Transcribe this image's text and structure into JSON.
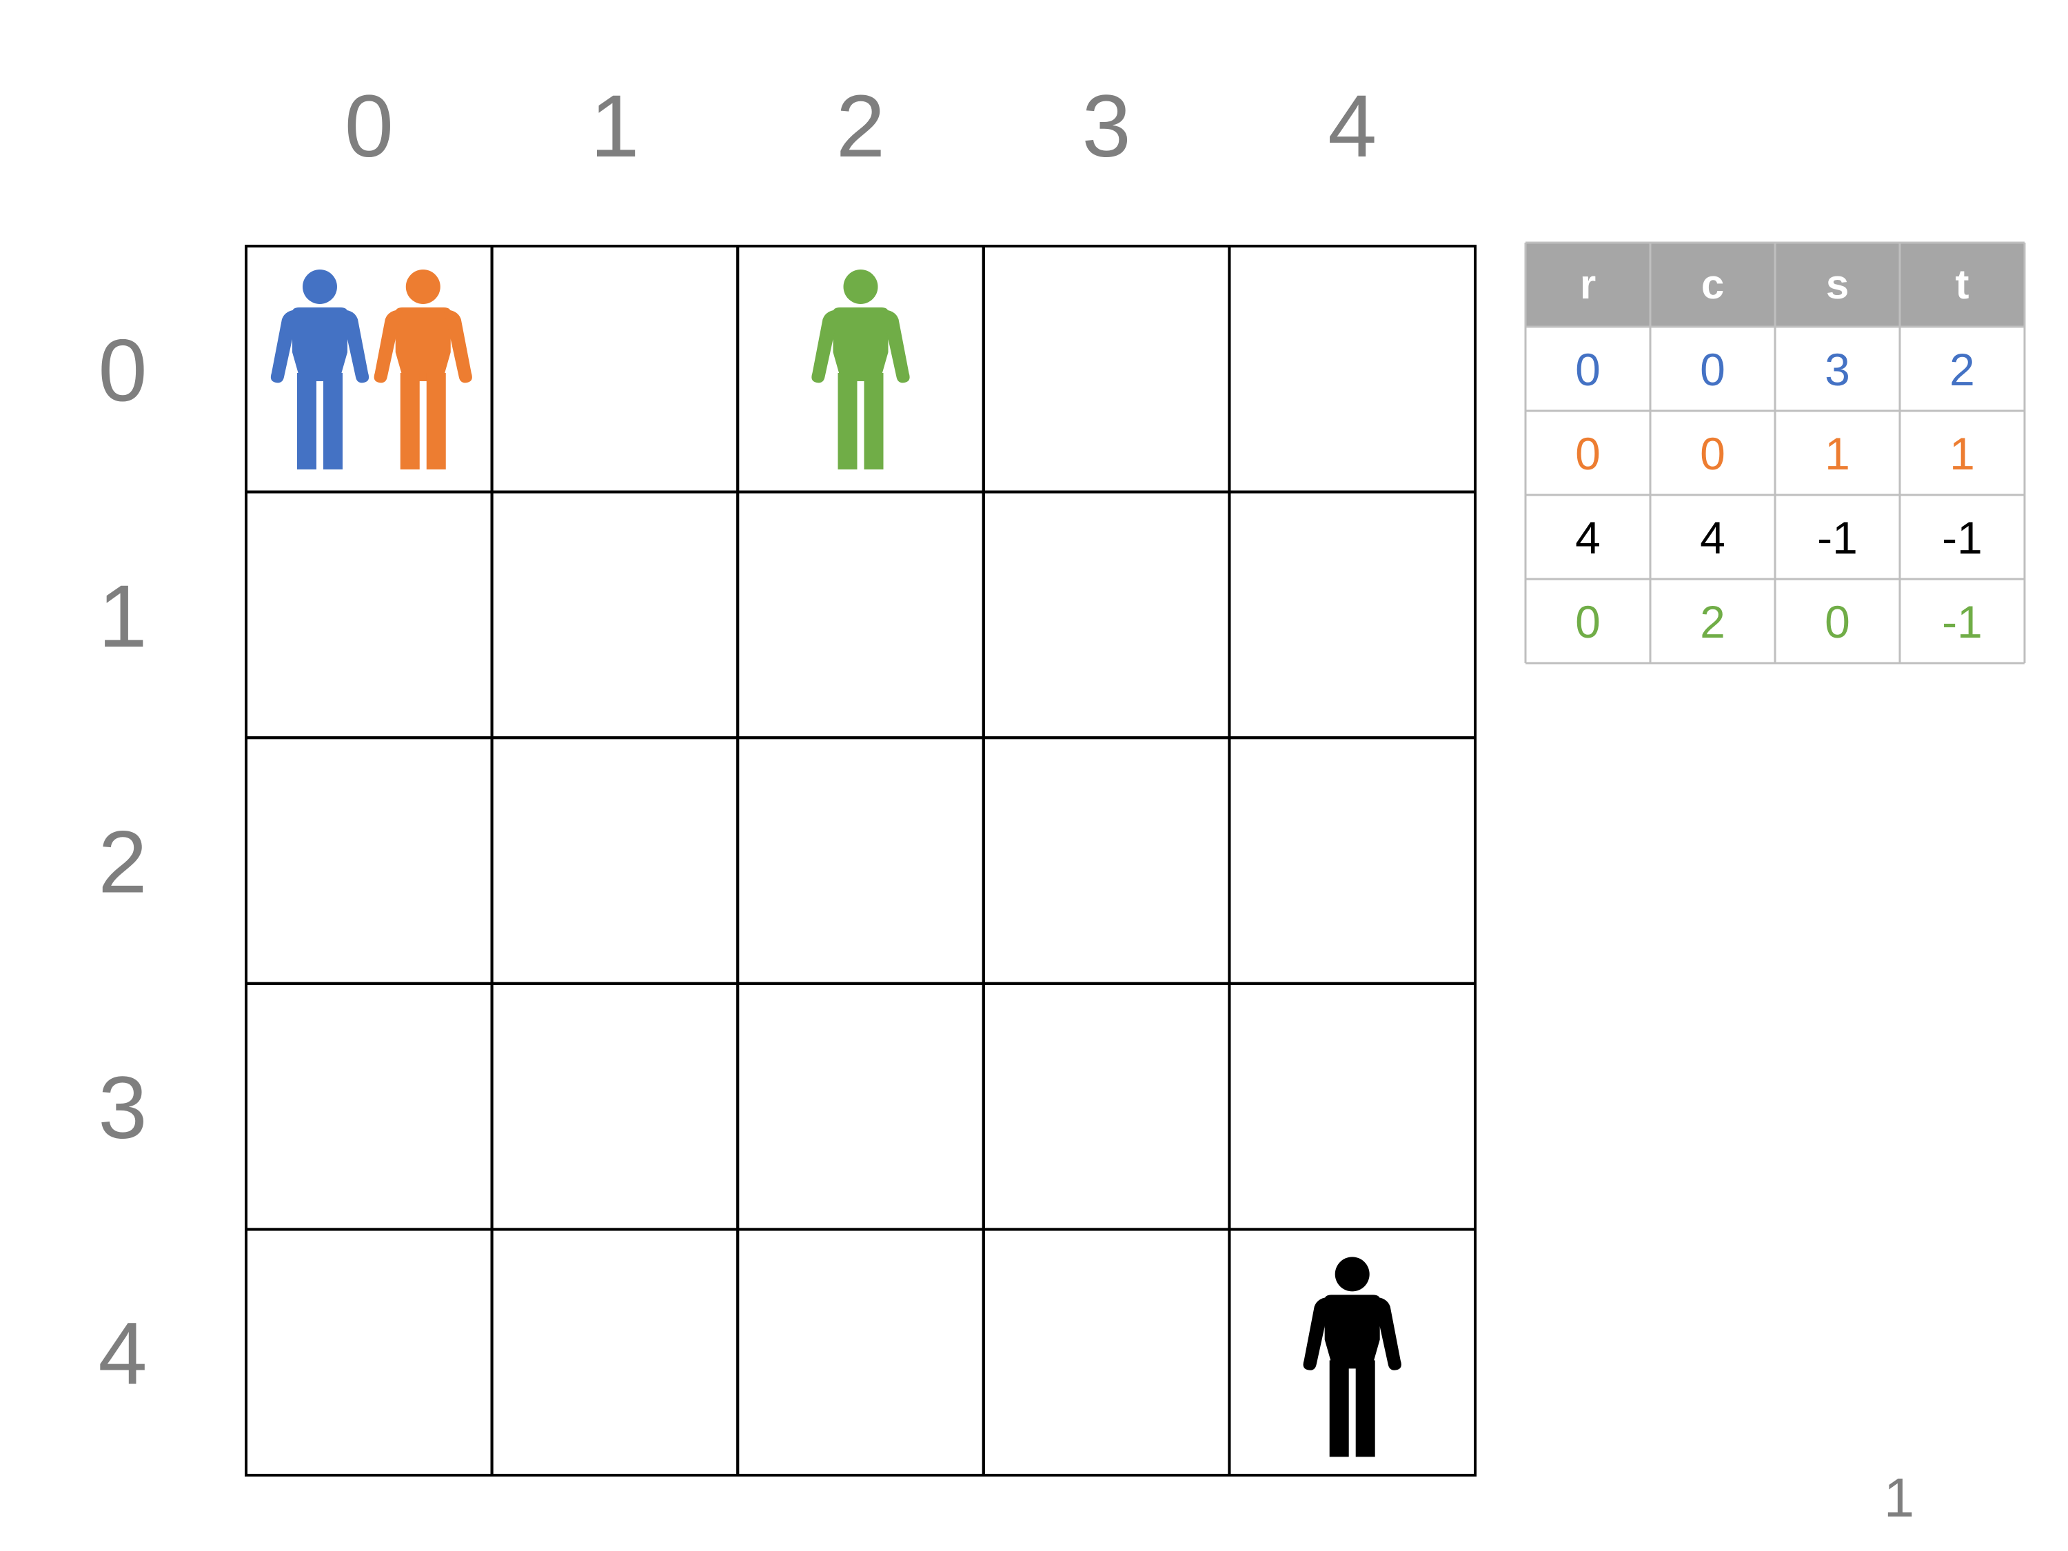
{
  "grid": {
    "rows": 5,
    "cols": 5,
    "col_labels": [
      "0",
      "1",
      "2",
      "3",
      "4"
    ],
    "row_labels": [
      "0",
      "1",
      "2",
      "3",
      "4"
    ]
  },
  "people": [
    {
      "id": "blue",
      "row": 0,
      "col": 0,
      "slot": "left",
      "color": "#4472C4"
    },
    {
      "id": "orange",
      "row": 0,
      "col": 0,
      "slot": "right",
      "color": "#ED7D31"
    },
    {
      "id": "green",
      "row": 0,
      "col": 2,
      "slot": "center",
      "color": "#70AD47"
    },
    {
      "id": "black",
      "row": 4,
      "col": 4,
      "slot": "center",
      "color": "#000000",
      "low": true
    }
  ],
  "table": {
    "headers": [
      "r",
      "c",
      "s",
      "t"
    ],
    "header_bg": "#A6A6A6",
    "header_color": "#ffffff",
    "border_color": "#BFBFBF",
    "rows": [
      {
        "color": "#4472C4",
        "cells": [
          "0",
          "0",
          "3",
          "2"
        ]
      },
      {
        "color": "#ED7D31",
        "cells": [
          "0",
          "0",
          "1",
          "1"
        ]
      },
      {
        "color": "#000000",
        "cells": [
          "4",
          "4",
          "-1",
          "-1"
        ]
      },
      {
        "color": "#70AD47",
        "cells": [
          "0",
          "2",
          "0",
          "-1"
        ]
      }
    ]
  },
  "page_number": "1",
  "label_color": "#7F7F7F"
}
